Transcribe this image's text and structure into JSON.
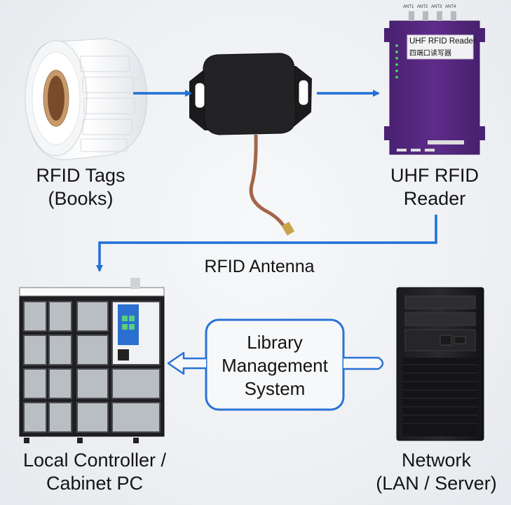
{
  "labels": {
    "tags_line1": "RFID Tags",
    "tags_line2": "(Books)",
    "reader_line1": "UHF RFID",
    "reader_line2": "Reader",
    "antenna": "RFID Antenna",
    "controller_line1": "Local Controller /",
    "controller_line2": "Cabinet PC",
    "network_line1": "Network",
    "network_line2": "(LAN / Server)",
    "lms_line1": "Library",
    "lms_line2": "Management",
    "lms_line3": "System"
  },
  "reader_device": {
    "title_en": "UHF RFID Reader",
    "title_cn": "四端口读写器",
    "port_labels": [
      "ANT1",
      "ANT2",
      "ANT3",
      "ANT4"
    ]
  },
  "colors": {
    "arrow": "#1f6fd6",
    "lms_border": "#2a72d6",
    "reader_body": "#5b2a86",
    "background": "#eef0f3"
  }
}
